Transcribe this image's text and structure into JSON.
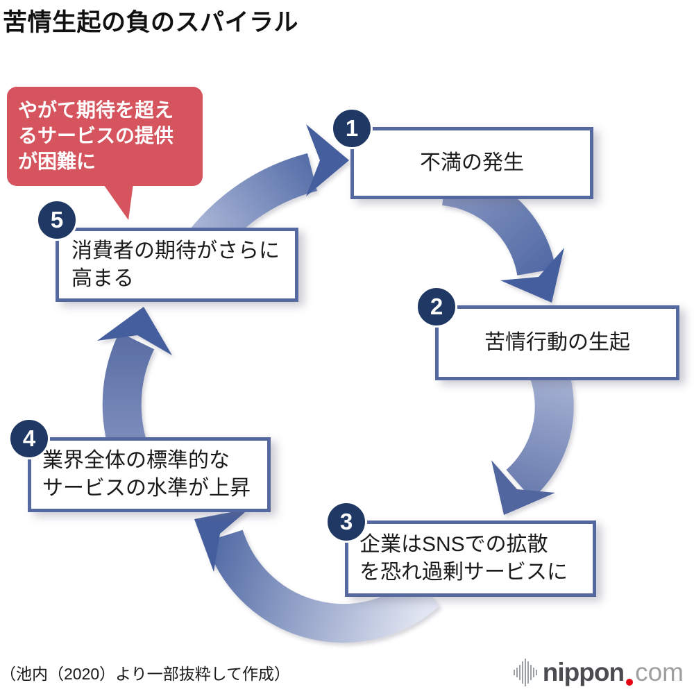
{
  "title": "苦情生起の負のスパイラル",
  "callout": {
    "text": "やがて期待を超え\nるサービスの提供\nが困難に",
    "bg_color": "#d5545d",
    "text_color": "#ffffff"
  },
  "cycle": {
    "direction": "clockwise",
    "steps": [
      {
        "num": "1",
        "label": "不満の発生"
      },
      {
        "num": "2",
        "label": "苦情行動の生起"
      },
      {
        "num": "3",
        "label": "企業はSNSでの拡散\nを恐れ過剰サービスに"
      },
      {
        "num": "4",
        "label": "業界全体の標準的な\nサービスの水準が上昇"
      },
      {
        "num": "5",
        "label": "消費者の期待がさらに\n高まる"
      }
    ]
  },
  "source": "（池内（2020）より一部抜粋して作成）",
  "logo": {
    "brand": "nippon",
    "tld": "com",
    "dot_color": "#e60012",
    "brand_color": "#4a4c4f",
    "tld_color": "#9c9ea0"
  },
  "colors": {
    "badge_navy": "#203864",
    "box_border_blue": "#5569a0",
    "arrow_dark": "#445f9e",
    "arrow_light": "#c5cde6",
    "background": "#ffffff"
  }
}
